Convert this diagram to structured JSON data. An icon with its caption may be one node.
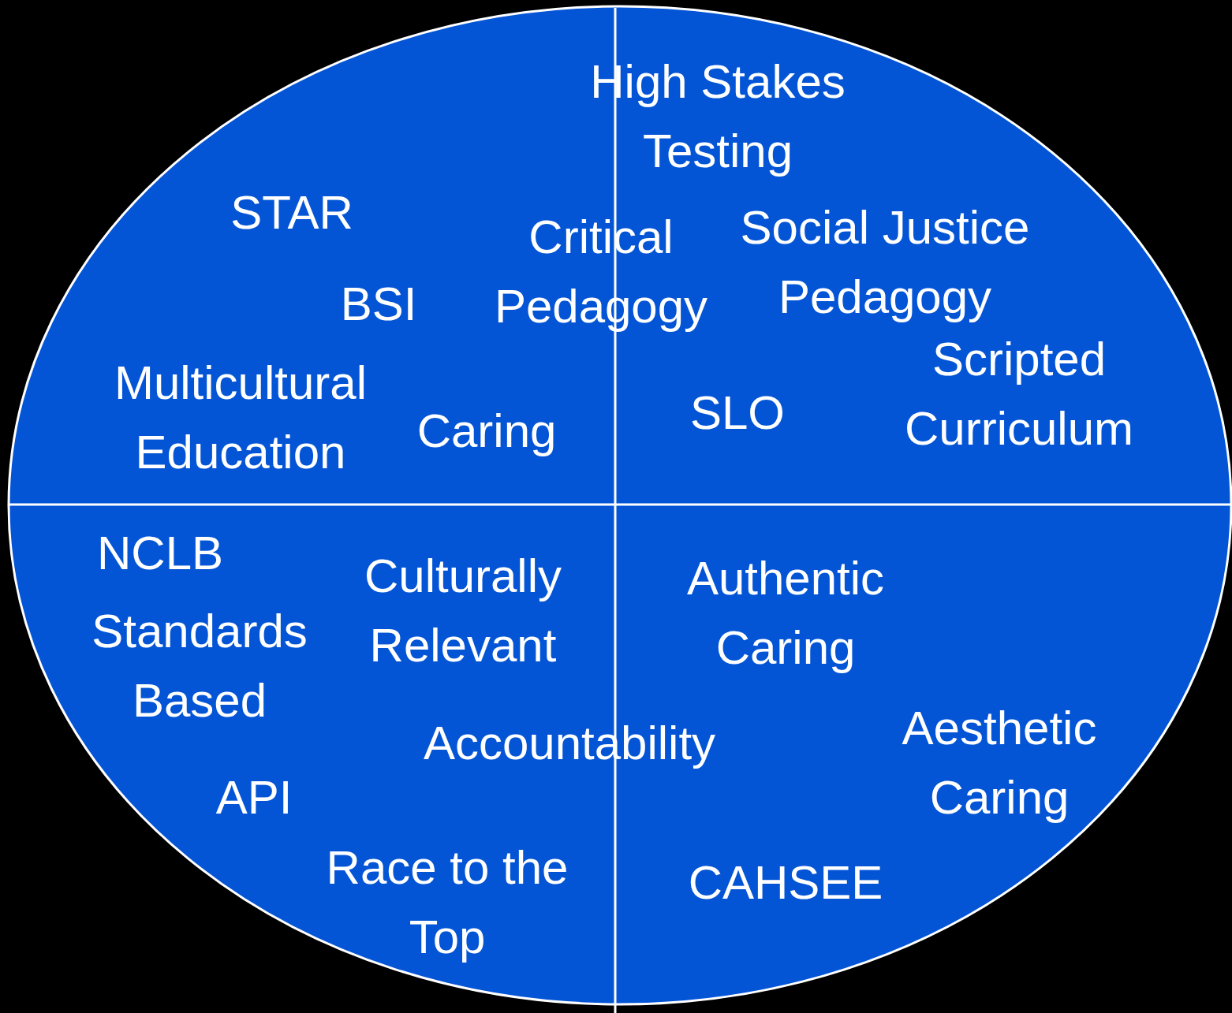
{
  "diagram": {
    "nodes": [
      {
        "text": [
          "High Stakes Testing",
          "Social Justice Pedagogy",
          "STAR",
          "Critical Pedagogy",
          "BSI",
          "Scripted Curriculum",
          "Multicultural Education",
          "Caring",
          "SLO",
          "NCLB",
          "Culturally Relevant",
          "Authentic Caring",
          "Standards Based",
          "Accountability",
          "Aesthetic Caring",
          "API",
          "Race to the Top",
          "CAHSEE"
        ]
      }
    ]
  }
}
